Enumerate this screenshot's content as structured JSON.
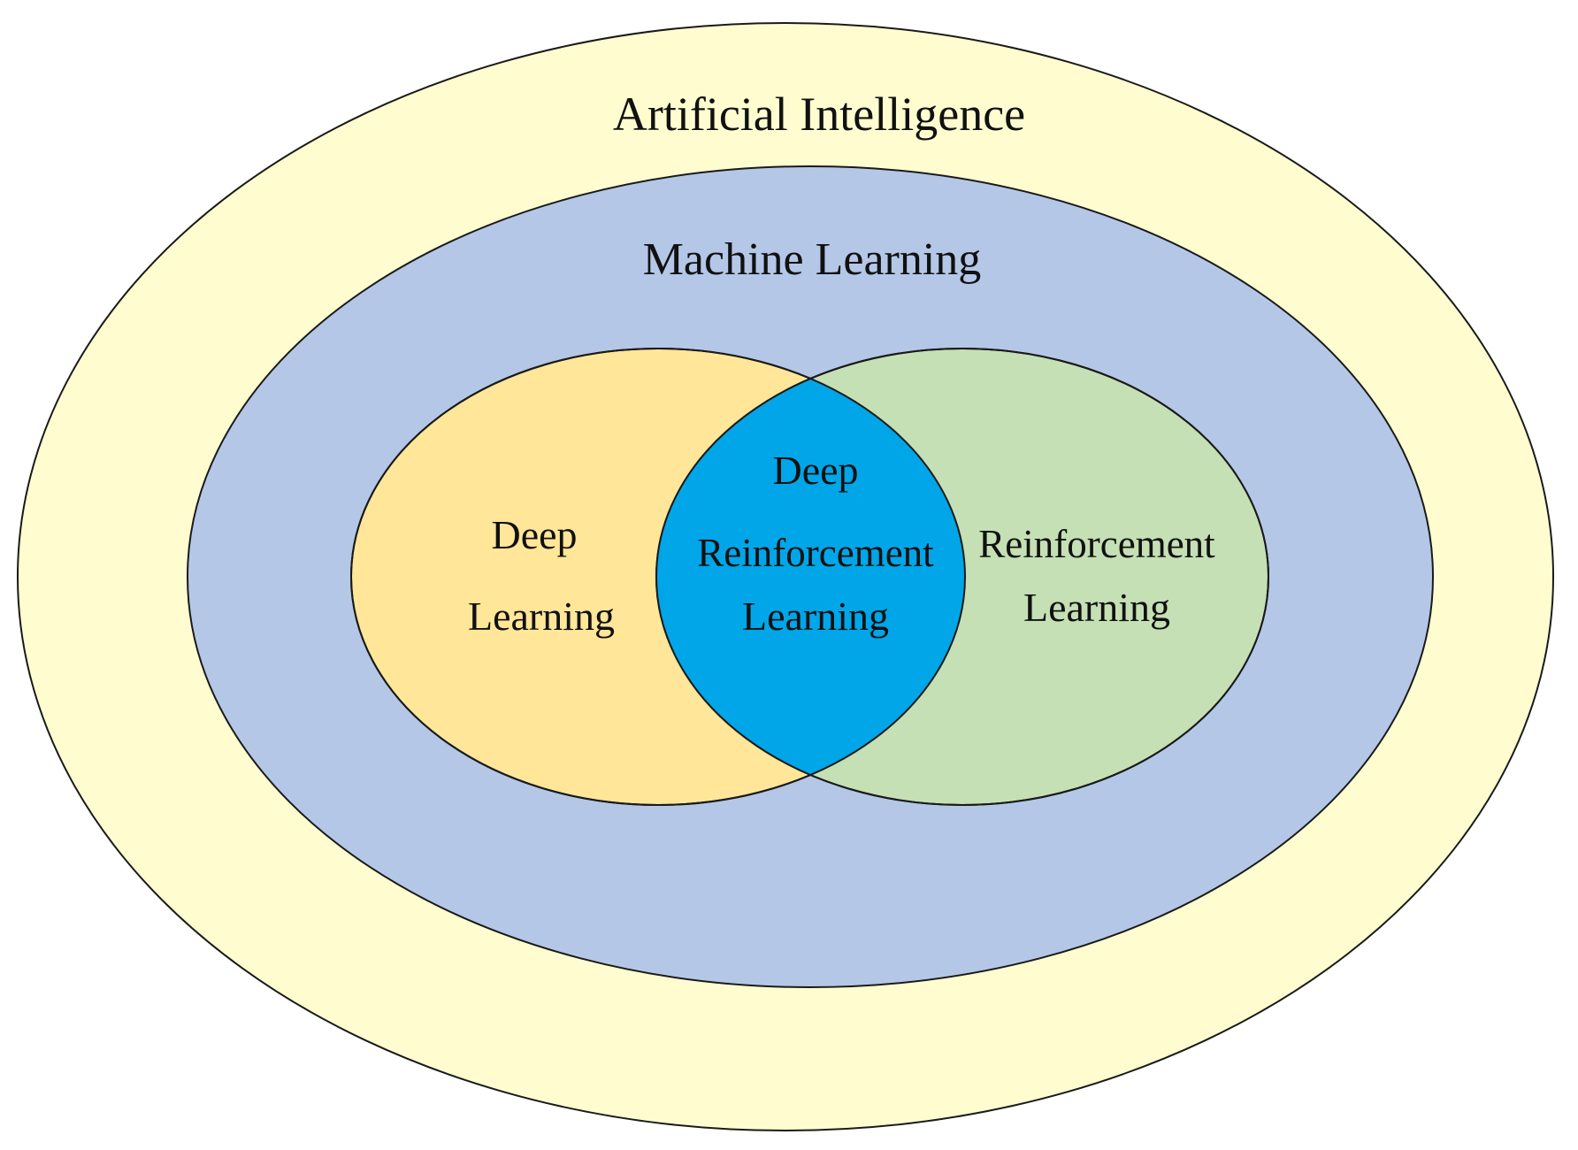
{
  "colors": {
    "ai": "#fffdd0",
    "ml": "#b4c7e7",
    "dl": "#ffe699",
    "rl": "#c5e0b4",
    "drl": "#00a6e8",
    "stroke": "#1a1a1a"
  },
  "labels": {
    "ai": "Artificial Intelligence",
    "ml": "Machine Learning",
    "dl_line1": "Deep",
    "dl_line2": "Learning",
    "drl_line1": "Deep",
    "drl_line2": "Reinforcement",
    "drl_line3": "Learning",
    "rl_line1": "Reinforcement",
    "rl_line2": "Learning"
  }
}
